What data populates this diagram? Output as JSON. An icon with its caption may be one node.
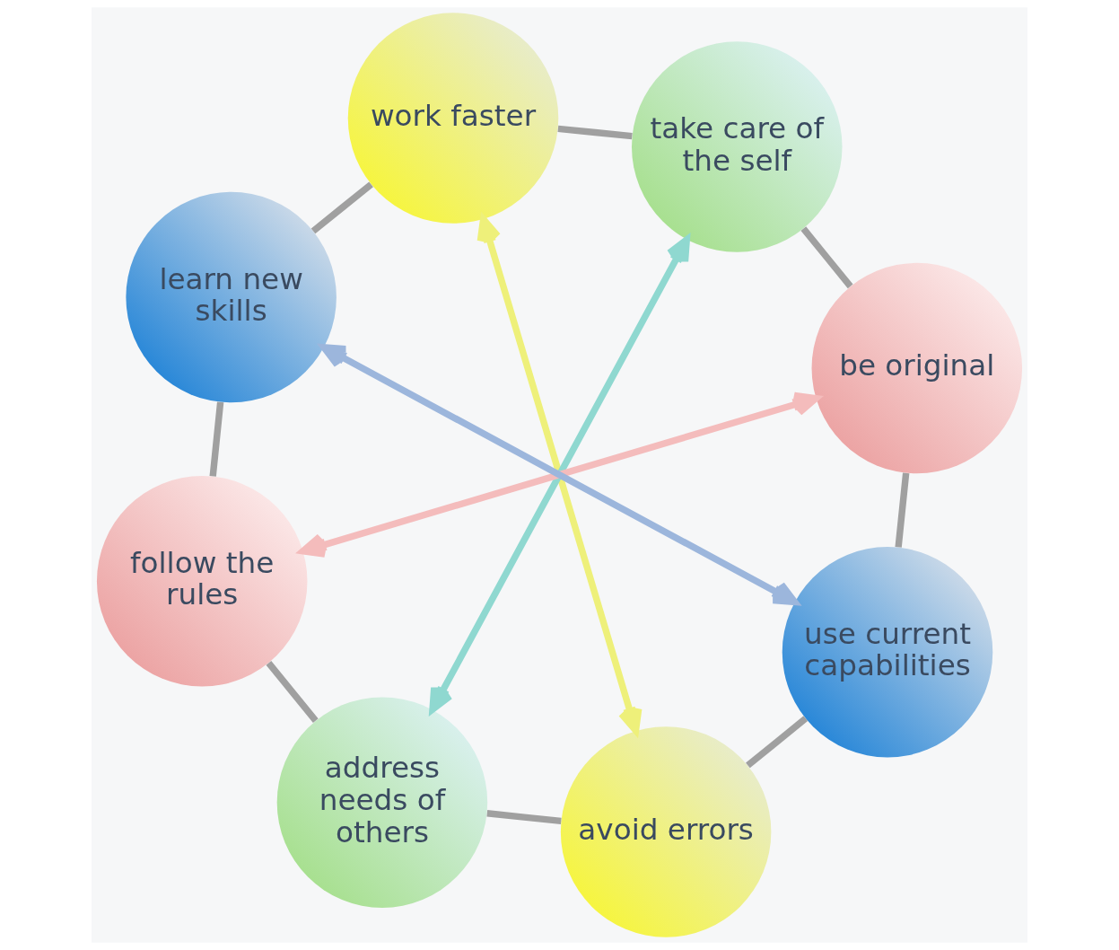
{
  "diagram": {
    "nodes": [
      {
        "text": [
          "work faster"
        ]
      },
      {
        "text": [
          "take care of the self"
        ]
      },
      {
        "text": [
          "be original"
        ]
      },
      {
        "text": [
          "learn new skills"
        ]
      },
      {
        "text": [
          "use current capabilities"
        ]
      },
      {
        "text": [
          "follow the rules"
        ]
      },
      {
        "text": [
          "address needs of others"
        ]
      },
      {
        "text": [
          "avoid errors"
        ]
      }
    ],
    "edges": [
      {
        "from": 0,
        "to": 1,
        "arrow": "none"
      },
      {
        "from": 1,
        "to": 2,
        "arrow": "none"
      },
      {
        "from": 2,
        "to": 4,
        "arrow": "none"
      },
      {
        "from": 4,
        "to": 7,
        "arrow": "none"
      },
      {
        "from": 7,
        "to": 6,
        "arrow": "none"
      },
      {
        "from": 6,
        "to": 5,
        "arrow": "none"
      },
      {
        "from": 5,
        "to": 3,
        "arrow": "none"
      },
      {
        "from": 3,
        "to": 0,
        "arrow": "none"
      },
      {
        "from": 0,
        "to": 7,
        "arrow": "both",
        "color": "#eef07a"
      },
      {
        "from": 1,
        "to": 6,
        "arrow": "both",
        "color": "#8fd8d0"
      },
      {
        "from": 2,
        "to": 5,
        "arrow": "both",
        "color": "#f4bcbc"
      },
      {
        "from": 3,
        "to": 4,
        "arrow": "both",
        "color": "#9cb6dc"
      }
    ]
  }
}
